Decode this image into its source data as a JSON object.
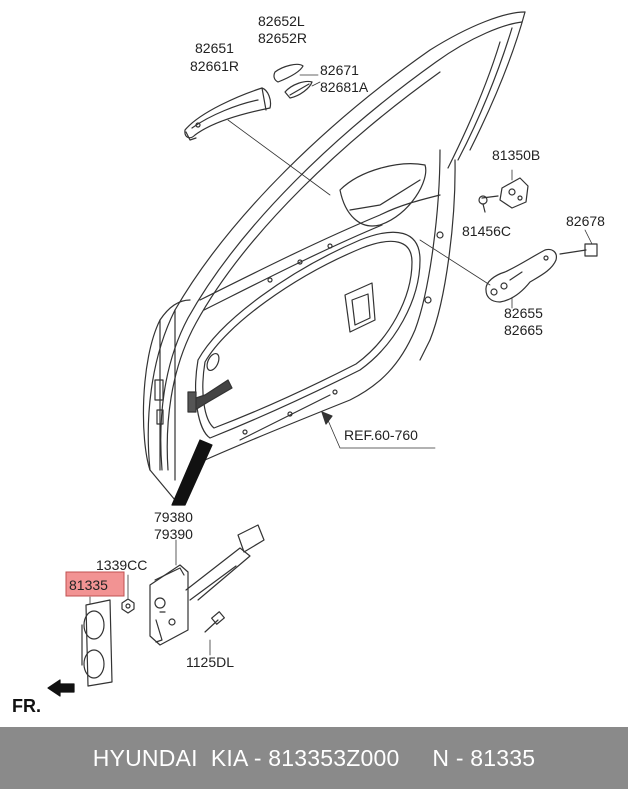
{
  "labels": {
    "l82651": "82651",
    "l82661R": "82661R",
    "l82652L": "82652L",
    "l82652R": "82652R",
    "l82671": "82671",
    "l82681A": "82681A",
    "l81350B": "81350B",
    "l81456C": "81456C",
    "l82678": "82678",
    "l82655": "82655",
    "l82665": "82665",
    "ref": "REF.60-760",
    "l79380": "79380",
    "l79390": "79390",
    "l1339CC": "1339CC",
    "l81335": "81335",
    "l1125DL": "1125DL",
    "fr": "FR."
  },
  "highlight_color": "#f08080",
  "footer": {
    "text": "HYUNDAI  KIA - 813353Z000     N - 81335"
  }
}
